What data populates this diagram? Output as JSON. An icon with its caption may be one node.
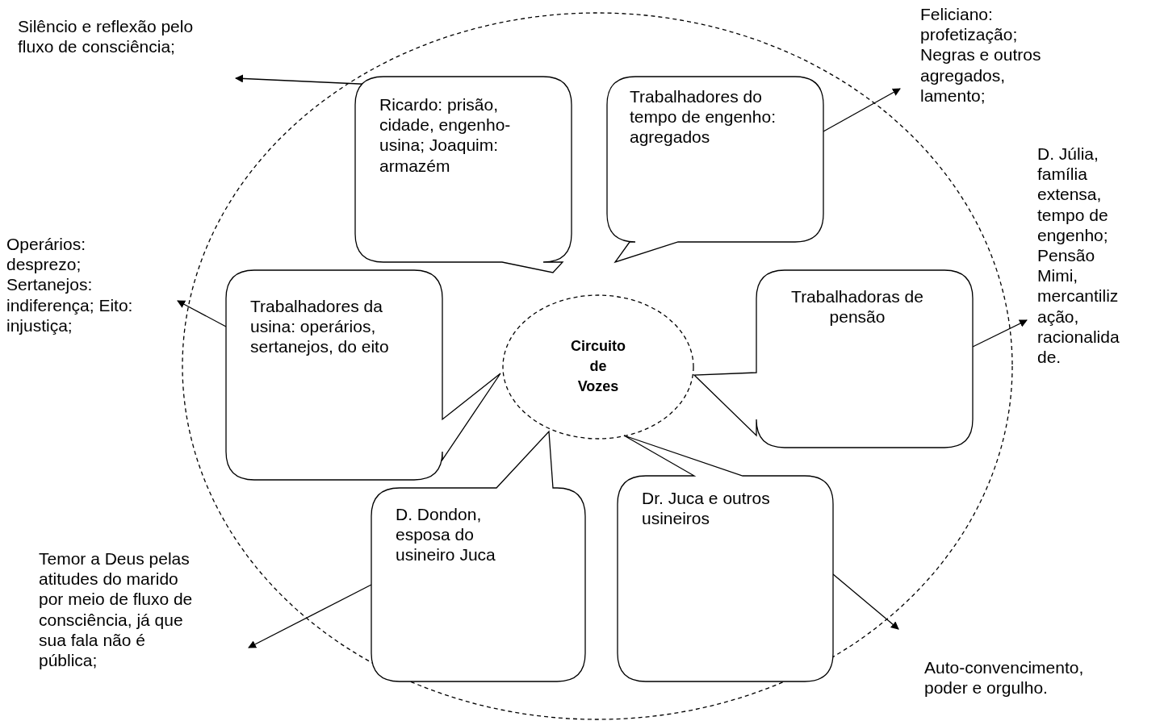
{
  "diagram": {
    "nodes": [
      {
        "text": [],
        "shape": "circle"
      },
      {
        "text": [
          "Circuito de Vozes"
        ],
        "in": 0
      },
      {
        "text": [
          "Ricardo: prisão, cidade, engenho-usina; Joaquim: armazém"
        ],
        "in": 0
      },
      {
        "text": [
          "Trabalhadores do tempo de engenho: agregados"
        ],
        "in": 0
      },
      {
        "text": [
          "Trabalhadores da usina: operários, sertanejos, do eito"
        ],
        "in": 0
      },
      {
        "text": [
          "Trabalhadoras de pensão"
        ],
        "in": 0
      },
      {
        "text": [
          "D. Dondon, esposa do usineiro Juca"
        ],
        "in": 0
      },
      {
        "text": [
          "Dr. Juca e outros usineiros"
        ],
        "in": 0
      },
      {
        "text": [
          "Silêncio e reflexão pelo fluxo de consciência;"
        ]
      },
      {
        "text": [
          "Feliciano: profetização; Negras e outros agregados, lamento;"
        ]
      },
      {
        "text": [
          "Operários: desprezo; Sertanejos: indiferença; Eito: injustiça;"
        ]
      },
      {
        "text": [
          "D. Júlia, família extensa, tempo de engenho; Pensão Mimi, mercantilização, racionalidade."
        ]
      },
      {
        "text": [
          "Temor a Deus pelas atitudes do marido por meio de fluxo de consciência, já que sua fala não é pública;"
        ]
      },
      {
        "text": [
          "Auto-convencimento, poder e orgulho."
        ]
      }
    ],
    "edges": [
      {
        "from": 2,
        "to": 8,
        "arrow": "to"
      },
      {
        "from": 3,
        "to": 9,
        "arrow": "to"
      },
      {
        "from": 4,
        "to": 10,
        "arrow": "to"
      },
      {
        "from": 5,
        "to": 11,
        "arrow": "to"
      },
      {
        "from": 6,
        "to": 12,
        "arrow": "to"
      },
      {
        "from": 7,
        "to": 13,
        "arrow": "to"
      }
    ]
  }
}
